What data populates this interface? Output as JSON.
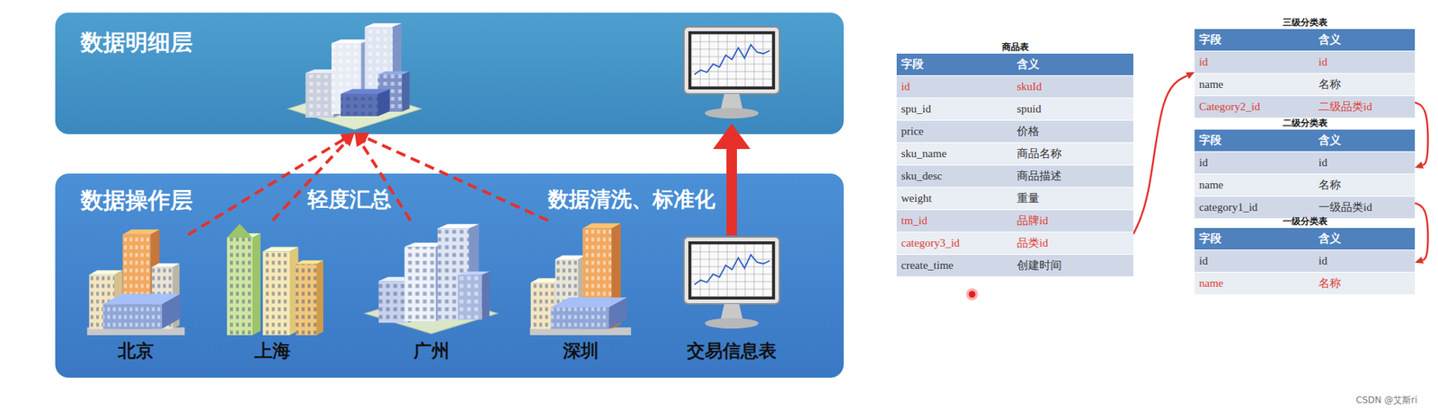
{
  "diagram": {
    "nodes": [
      {
        "text": [
          "数据明细层"
        ]
      },
      {
        "text": [],
        "in": 0
      },
      {
        "text": [],
        "in": 0
      },
      {
        "text": [
          "数据操作层"
        ]
      },
      {
        "text": [
          "北京"
        ],
        "in": 3
      },
      {
        "text": [
          "上海"
        ],
        "in": 3
      },
      {
        "text": [
          "广州"
        ],
        "in": 3
      },
      {
        "text": [
          "深圳"
        ],
        "in": 3
      },
      {
        "text": [
          "交易信息表"
        ],
        "in": 3
      },
      {
        "text": [
          "商品表",
          "字段",
          "含义",
          "id",
          "skuId",
          "spu_id",
          "spuid",
          "price",
          "价格",
          "sku_name",
          "商品名称",
          "sku_desc",
          "商品描述",
          "weight",
          "重量",
          "tm_id",
          "品牌id",
          "category3_id",
          "品类id",
          "create_time",
          "创建时间"
        ]
      },
      {
        "text": [
          "三级分类表",
          "字段",
          "含义",
          "id",
          "id",
          "name",
          "名称",
          "Category2_id",
          "二级品类id"
        ]
      },
      {
        "text": [
          "二级分类表",
          "字段",
          "含义",
          "id",
          "id",
          "name",
          "名称",
          "category1_id",
          "一级品类id"
        ]
      },
      {
        "text": [
          "一级分类表",
          "字段",
          "含义",
          "id",
          "id",
          "name",
          "名称"
        ]
      }
    ],
    "edges": [
      {
        "from": 4,
        "to": 1,
        "arrow": "to"
      },
      {
        "from": 5,
        "to": 1,
        "arrow": "to"
      },
      {
        "from": 6,
        "to": 1,
        "arrow": "to"
      },
      {
        "from": 7,
        "to": 1,
        "arrow": "to"
      },
      {
        "from": 8,
        "to": 2,
        "arrow": "to"
      },
      {
        "from": 9,
        "to": 10,
        "arrow": "to"
      },
      {
        "from": 10,
        "to": 11,
        "arrow": "to"
      },
      {
        "from": 11,
        "to": 12,
        "arrow": "to"
      }
    ],
    "labels": [
      "轻度汇总",
      "数据清洗、标准化",
      "CSDN @艾斯ri"
    ]
  }
}
